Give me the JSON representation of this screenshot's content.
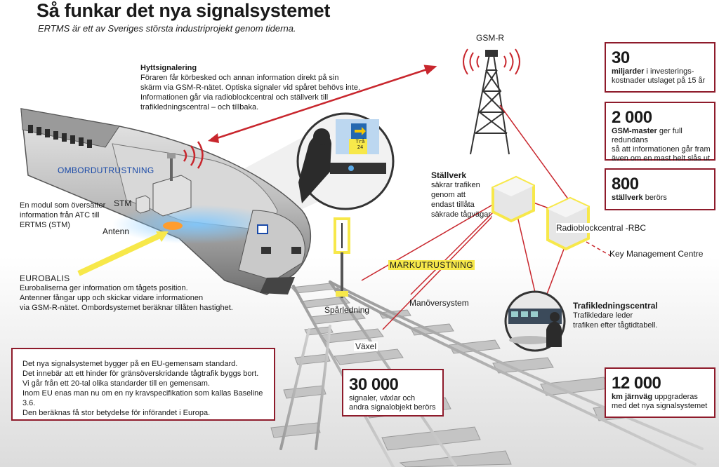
{
  "header": {
    "title": "Så funkar det nya signalsystemet",
    "subtitle": "ERTMS är ett av Sveriges största industriprojekt genom tiderna."
  },
  "cab_signalling": {
    "heading": "Hyttsignalering",
    "lines": [
      "Föraren får körbesked och annan information direkt på sin",
      "skärm via GSM-R-nätet. Optiska signaler vid spåret behövs inte.",
      "Informationen går via radioblockcentral och ställverk till",
      "trafikledningscentral – och tillbaka."
    ]
  },
  "gsmr_label": "GSM-R",
  "onboard": {
    "label": "OMBORDUTRUSTNING",
    "stm_label": "STM",
    "antenna_label": "Antenn",
    "module_lines": [
      "En modul som översätter",
      "information  från ATC till",
      "ERTMS (STM)"
    ]
  },
  "eurobalis": {
    "heading": "EUROBALIS",
    "lines": [
      "Eurobaliserna ger information om tågets position.",
      "Antenner fångar upp och skickar vidare informationen",
      "via GSM-R-nätet. Ombordsystemet beräknar tillåten hastighet."
    ]
  },
  "cab_screen": {
    "line1": "Trå",
    "line2": "24"
  },
  "interlocking": {
    "heading": "Ställverk",
    "lines": [
      "säkrar trafiken",
      "genom att",
      "endast tillåta",
      "säkrade tågvägar."
    ]
  },
  "rbc_label": "Radioblockcentral -RBC",
  "kmc_label": "Key Management Centre",
  "trackside_label": "MARKUTRUSTNING",
  "track_circuit_label": "Spårledning",
  "shunting_label": "Manöversystem",
  "switch_label": "Växel",
  "traffic_control": {
    "heading": "Trafikledningscentral",
    "lines": [
      "Trafikledare leder",
      "trafiken efter tågtidtabell."
    ]
  },
  "info_box": {
    "lines": [
      "Det nya signalsystemet bygger på en EU-gemensam standard.",
      "Det innebär att ett hinder för gränsöverskridande tågtrafik byggs bort.",
      "Vi går från ett 20-tal olika standarder till en gemensam.",
      "Inom EU enas man nu om en ny kravspecifikation som kallas Baseline 3.6.",
      "Den beräknas få stor betydelse för införandet i Europa."
    ]
  },
  "facts": [
    {
      "number": "30",
      "bold": "miljarder",
      "rest1": " i investerings-",
      "rest2": "kostnader utslaget på 15 år",
      "rest3": ""
    },
    {
      "number": "2 000",
      "bold": "GSM-master",
      "rest1": " ger full redundans",
      "rest2": "så att informationen går fram",
      "rest3": "även om en mast helt slås ut"
    },
    {
      "number": "800",
      "bold": "ställverk",
      "rest1": " berörs",
      "rest2": "",
      "rest3": ""
    },
    {
      "number": "30 000",
      "bold": "",
      "rest1": "signaler, växlar och",
      "rest2": "andra signalobjekt berörs",
      "rest3": ""
    },
    {
      "number": "12 000",
      "bold": "km järnväg",
      "rest1": " uppgraderas",
      "rest2": "med det nya signalsystemet",
      "rest3": ""
    }
  ],
  "colors": {
    "accent_red": "#8e1b2b",
    "signal_yellow": "#f7e84a",
    "onboard_blue": "#1a4aa8",
    "arrow_red": "#c8262d"
  }
}
